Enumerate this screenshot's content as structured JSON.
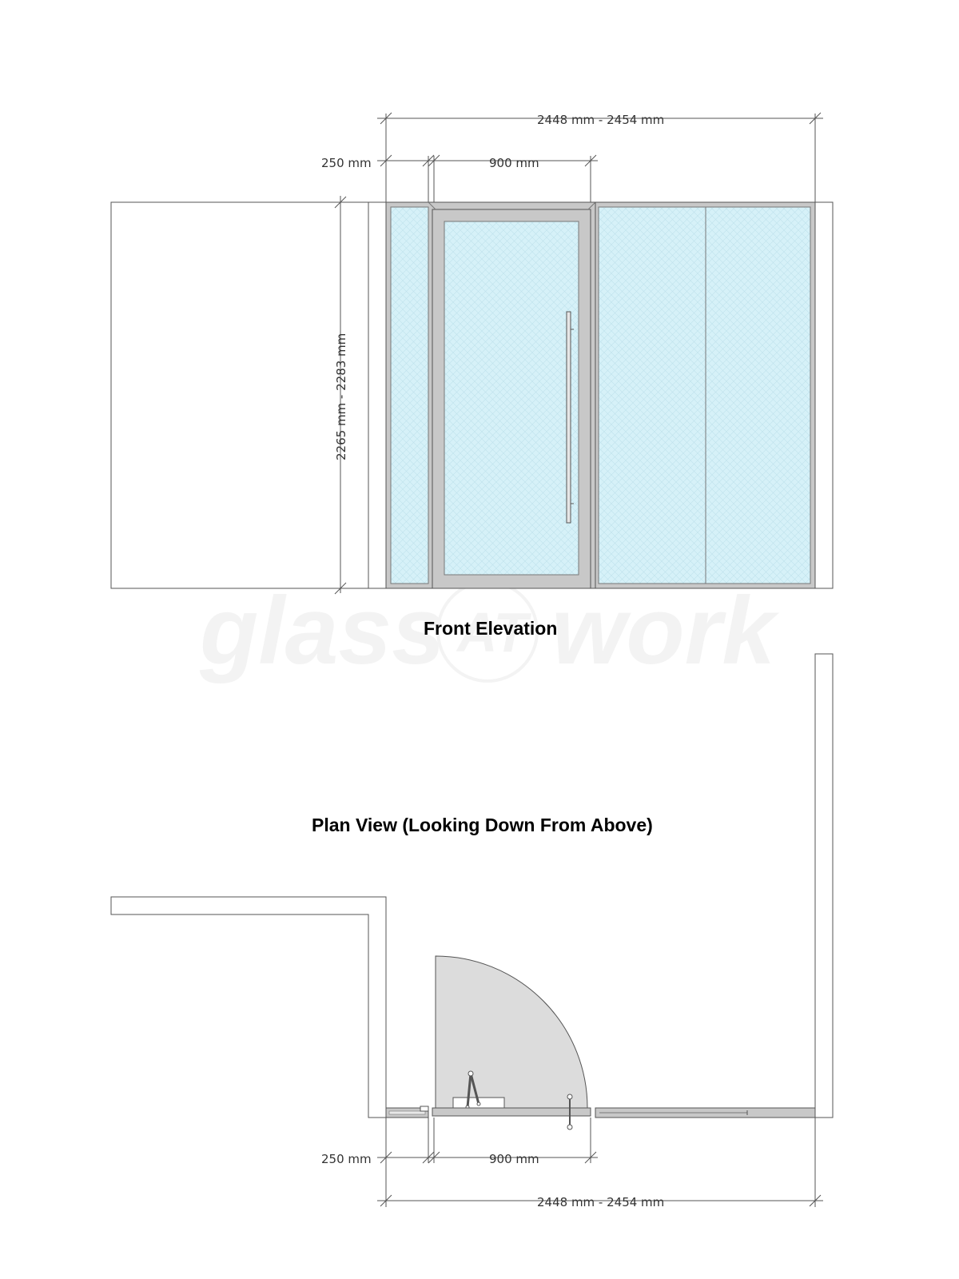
{
  "watermark": {
    "text_left": "glass",
    "text_center": "AT",
    "text_right": "work"
  },
  "front_elevation": {
    "title": "Front Elevation",
    "dim_total": "2448 mm - 2454 mm",
    "dim_side": "250 mm",
    "dim_door": "900 mm",
    "dim_height": "2265 mm - 2283 mm"
  },
  "plan_view": {
    "title": "Plan View (Looking Down From Above)",
    "dim_side": "250 mm",
    "dim_door": "900 mm",
    "dim_total": "2448 mm - 2454 mm"
  },
  "colors": {
    "glass": "#d6f1f8",
    "frame": "#c8c8c8",
    "line": "#555555",
    "swing": "#dcdcdc"
  }
}
